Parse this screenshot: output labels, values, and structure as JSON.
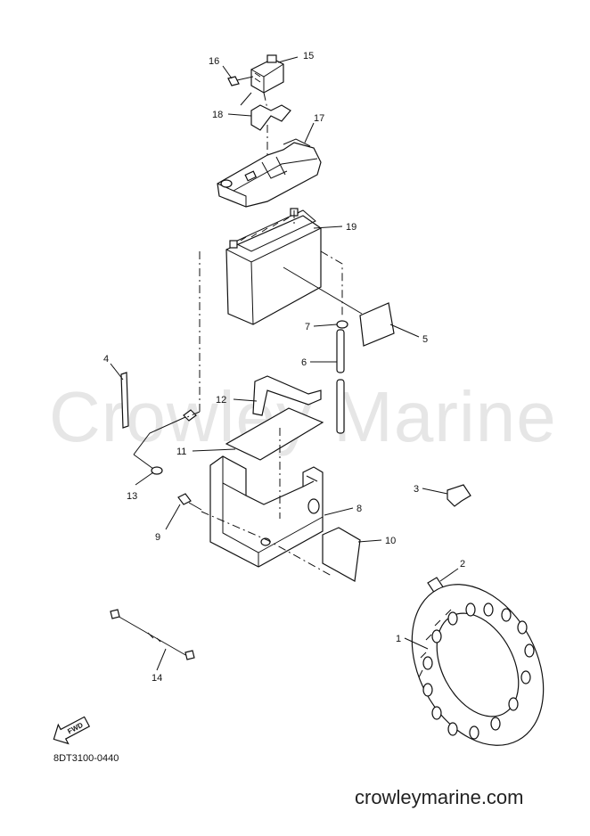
{
  "watermark": "Crowley Marine",
  "diagram_code": "8DT3100-0440",
  "site": "crowleymarine.com",
  "fwd_label": "FWD",
  "callouts": {
    "c1": "1",
    "c2": "2",
    "c3": "3",
    "c4": "4",
    "c5": "5",
    "c6": "6",
    "c7": "7",
    "c8": "8",
    "c9": "9",
    "c10": "10",
    "c11": "11",
    "c12": "12",
    "c13": "13",
    "c14": "14",
    "c15": "15",
    "c16": "16",
    "c17": "17",
    "c18": "18",
    "c19": "19"
  }
}
